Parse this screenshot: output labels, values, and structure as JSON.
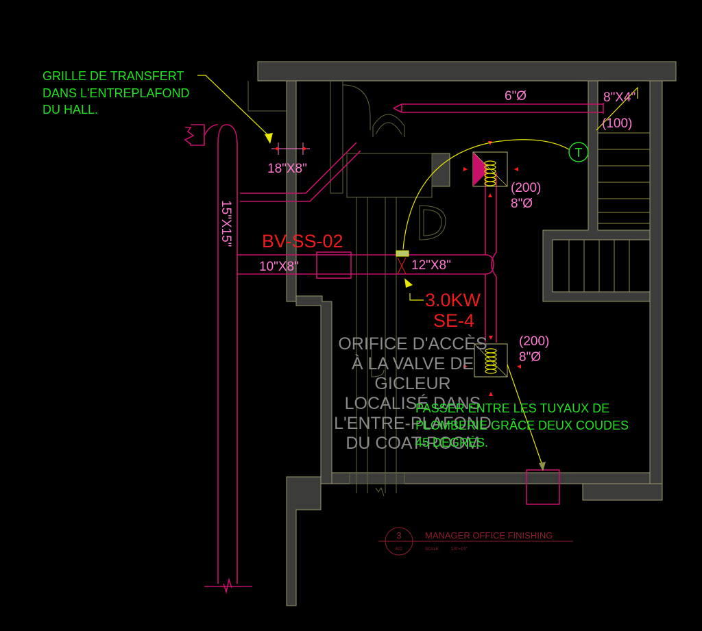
{
  "drawing": {
    "background": "#000000",
    "colors": {
      "wall": "#3c3c3a",
      "duct": "#c8106a",
      "annotation_green": "#22e022",
      "dimension_pink": "#ff7ad2",
      "equipment_red": "#ee1c1c",
      "note_grey": "#8a8a8a",
      "leader_yellow": "#e8e800",
      "title_maroon": "#8f1d2d"
    },
    "notes": {
      "grille_line1": "GRILLE DE TRANSFERT",
      "grille_line2": "DANS L'ENTREPLAFOND",
      "grille_line3": "DU HALL.",
      "sprinkler_line1": "ORIFICE D'ACCÈS",
      "sprinkler_line2": "À LA VALVE DE",
      "sprinkler_line3": "GICLEUR",
      "sprinkler_line4": "LOCALISÉ DANS",
      "sprinkler_line5": "L'ENTRE-PLAFOND",
      "sprinkler_line6": "DU COAT-ROOM",
      "plumbing_line1": "PASSER ENTRE LES TUYAUX DE",
      "plumbing_line2": "PLOMBERIE GRÂCE DEUX COUDES",
      "plumbing_line3": "45 DEGRÉS."
    },
    "dimensions": {
      "duct_6": "6\"Ø",
      "duct_8x4": "8\"X4\"",
      "cfm_100": "(100)",
      "grille_18x8": "18\"X8\"",
      "cfm_200_top": "(200)",
      "dia_8_top": "8\"Ø",
      "riser_15x15": "15\"X15\"",
      "duct_10x8": "10\"X8\"",
      "duct_12x8": "12\"X8\"",
      "cfm_200_bottom": "(200)",
      "dia_8_bottom": "8\"Ø"
    },
    "equipment": {
      "damper_tag": "BV-SS-02",
      "heater_kw": "3.0KW",
      "heater_tag": "SE-4",
      "thermostat": "T"
    },
    "title_block": {
      "number": "3",
      "sheet": "822",
      "title": "MANAGER OFFICE FINISHING",
      "scale_label": "SCALE :",
      "scale_value": "1/4\"=1'0\""
    }
  }
}
